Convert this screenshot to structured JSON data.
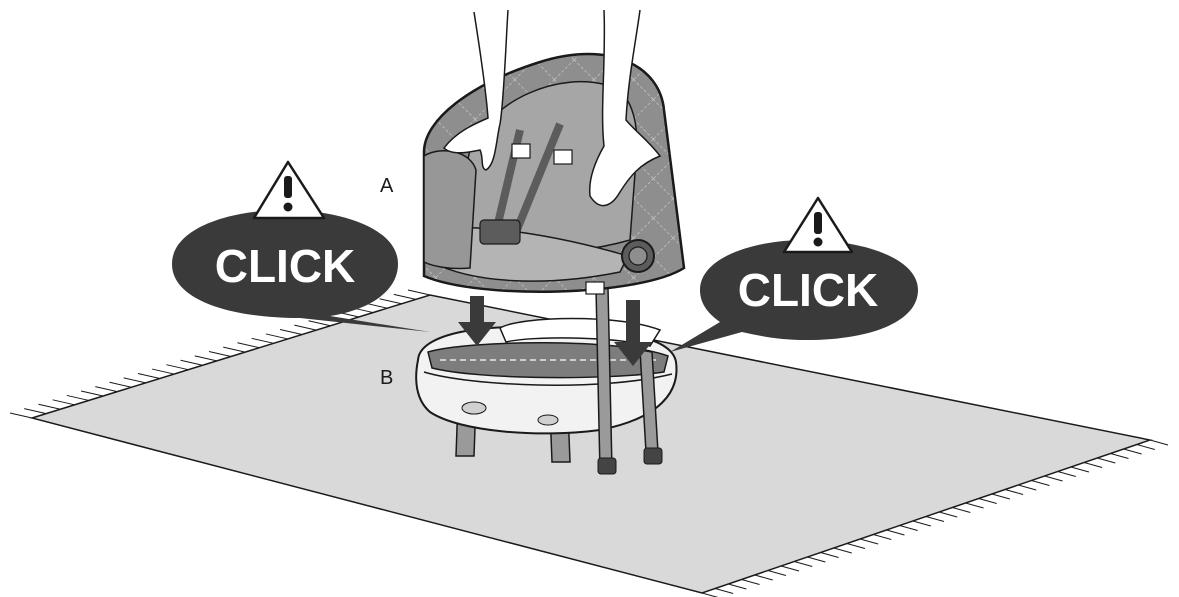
{
  "labels": {
    "part_a": "A",
    "part_b": "B",
    "click_left": "CLICK",
    "click_right": "CLICK"
  },
  "icons": [
    "warning-icon",
    "warning-icon"
  ],
  "colors": {
    "line": "#1a1a1a",
    "mat": "#d9d9d9",
    "seat_fill": "#8e8e8e",
    "seat_dark": "#5c5c5c",
    "bubble": "#3a3a3a",
    "bubble_text": "#ffffff",
    "base_fill": "#f2f2f2"
  }
}
